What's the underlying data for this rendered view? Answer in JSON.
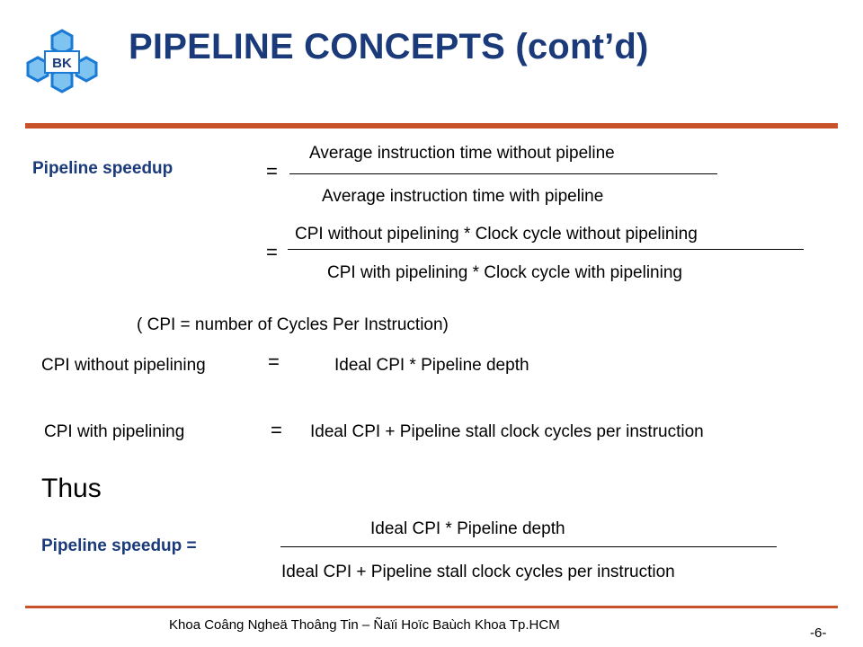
{
  "logo": {
    "text": "BK",
    "colors": {
      "primary": "#1a7ad4",
      "light": "#7fc4f0"
    }
  },
  "title": "PIPELINE CONCEPTS (cont’d)",
  "colors": {
    "title": "#1a3a7a",
    "rule": "#c8522a"
  },
  "speedup": {
    "label": "Pipeline speedup",
    "eq1": "=",
    "frac1_num": "Average instruction time without pipeline",
    "frac1_den": "Average instruction time with pipeline",
    "eq2": "=",
    "frac2_num": "CPI without pipelining  * Clock cycle without pipelining",
    "frac2_den": "CPI with pipelining  * Clock cycle with pipelining"
  },
  "cpi_note": "( CPI = number of Cycles Per Instruction)",
  "cpi_without": {
    "label": "CPI without pipelining",
    "eq": "=",
    "value": "Ideal CPI * Pipeline depth"
  },
  "cpi_with": {
    "label": "CPI with pipelining",
    "eq": "=",
    "value": "Ideal CPI + Pipeline stall  clock cycles per instruction"
  },
  "thus": "Thus",
  "final": {
    "label": "Pipeline speedup =",
    "num": "Ideal CPI * Pipeline depth",
    "den": "Ideal CPI + Pipeline stall  clock cycles per instruction"
  },
  "footer": "Khoa Coâng Ngheä Thoâng Tin – Ñaïi Hoïc Baùch Khoa Tp.HCM",
  "page_number": "-6-"
}
